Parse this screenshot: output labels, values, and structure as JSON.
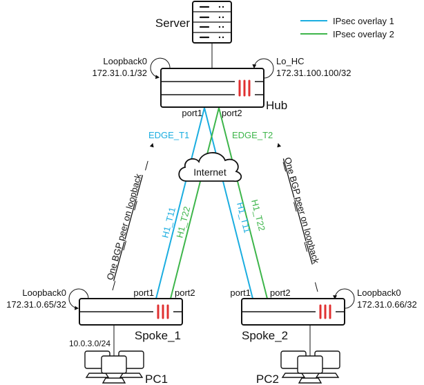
{
  "colors": {
    "overlay1": "#1AADE0",
    "overlay2": "#3DB54A",
    "firewall_accent": "#E03030",
    "stroke": "#111111"
  },
  "legend": {
    "items": [
      {
        "label": "IPsec overlay 1",
        "color_key": "overlay1"
      },
      {
        "label": "IPsec overlay 2",
        "color_key": "overlay2"
      }
    ]
  },
  "server": {
    "label": "Server",
    "icon": "server-rack-icon"
  },
  "hub": {
    "label": "Hub",
    "icon": "firewall-icon",
    "port1": "port1",
    "port2": "port2",
    "loopback_left": {
      "name": "Loopback0",
      "ip": "172.31.0.1/32"
    },
    "loopback_right": {
      "name": "Lo_HC",
      "ip": "172.31.100.100/32"
    }
  },
  "internet": {
    "label": "Internet",
    "icon": "cloud-icon"
  },
  "overlays": {
    "edge_t1": "EDGE_T1",
    "edge_t2": "EDGE_T2",
    "spoke1_t11": "H1_T11",
    "spoke1_t22": "H1_T22",
    "spoke2_t11": "H1_T11",
    "spoke2_t22": "H1_T22"
  },
  "bgp_note": {
    "text": "One BGP peer on loopback"
  },
  "spoke1": {
    "label": "Spoke_1",
    "icon": "firewall-icon",
    "port1": "port1",
    "port2": "port2",
    "loopback": {
      "name": "Loopback0",
      "ip": "172.31.0.65/32"
    },
    "lan_subnet": "10.0.3.0/24",
    "pc_label": "PC1"
  },
  "spoke2": {
    "label": "Spoke_2",
    "icon": "firewall-icon",
    "port1": "port1",
    "port2": "port2",
    "loopback": {
      "name": "Loopback0",
      "ip": "172.31.0.66/32"
    },
    "pc_label": "PC2"
  }
}
